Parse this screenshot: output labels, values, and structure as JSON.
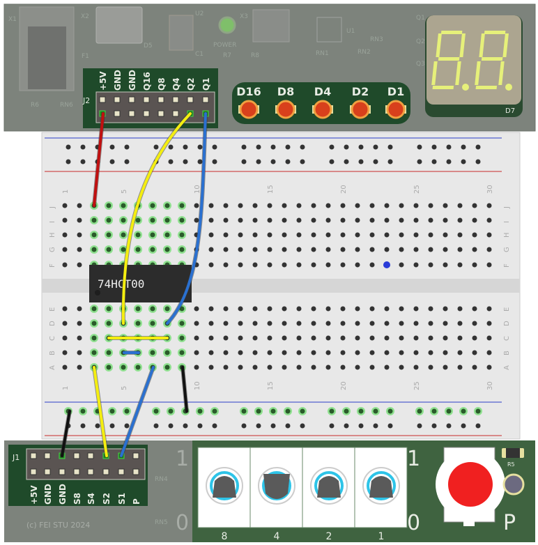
{
  "top_board": {
    "refs": [
      "X1",
      "X2",
      "U2",
      "X3",
      "F1",
      "D5",
      "C1",
      "R7",
      "R8",
      "R6",
      "RN6",
      "U1",
      "RN1",
      "RN2",
      "RN3",
      "Q1",
      "Q2",
      "Q3"
    ],
    "power_label": "POWER",
    "header_ref": "J2",
    "header_pins": [
      "+5V",
      "GND",
      "GND",
      "Q16",
      "Q8",
      "Q4",
      "Q2",
      "Q1"
    ],
    "leds": [
      "D16",
      "D8",
      "D4",
      "D2",
      "D1"
    ],
    "display_ref": "D7",
    "colors": {
      "pcb": "#7d837c",
      "panel": "#1f4a2a",
      "led": "#d8401c",
      "segment": "#e6f07a"
    }
  },
  "breadboard": {
    "chip_label": "74HCT00",
    "column_numbers": [
      "1",
      "5",
      "10",
      "15",
      "20",
      "25",
      "30"
    ],
    "rows_top": [
      "J",
      "I",
      "H",
      "G",
      "F"
    ],
    "rows_bottom": [
      "E",
      "D",
      "C",
      "B",
      "A"
    ]
  },
  "bottom_board": {
    "header_ref": "J1",
    "header_pins": [
      "+5V",
      "GND",
      "GND",
      "S8",
      "S4",
      "S2",
      "S1",
      "P"
    ],
    "refs": [
      "RN4",
      "RN5",
      "R5"
    ],
    "copyright": "(c) FEI STU 2024",
    "switch_labels": [
      "8",
      "4",
      "2",
      "1"
    ],
    "switch_states": [
      0,
      1,
      0,
      0
    ],
    "one_label": "1",
    "zero_label": "0",
    "button_label": "P",
    "colors": {
      "button": "#f02020",
      "switch_ring": "#2ec4e8"
    }
  }
}
